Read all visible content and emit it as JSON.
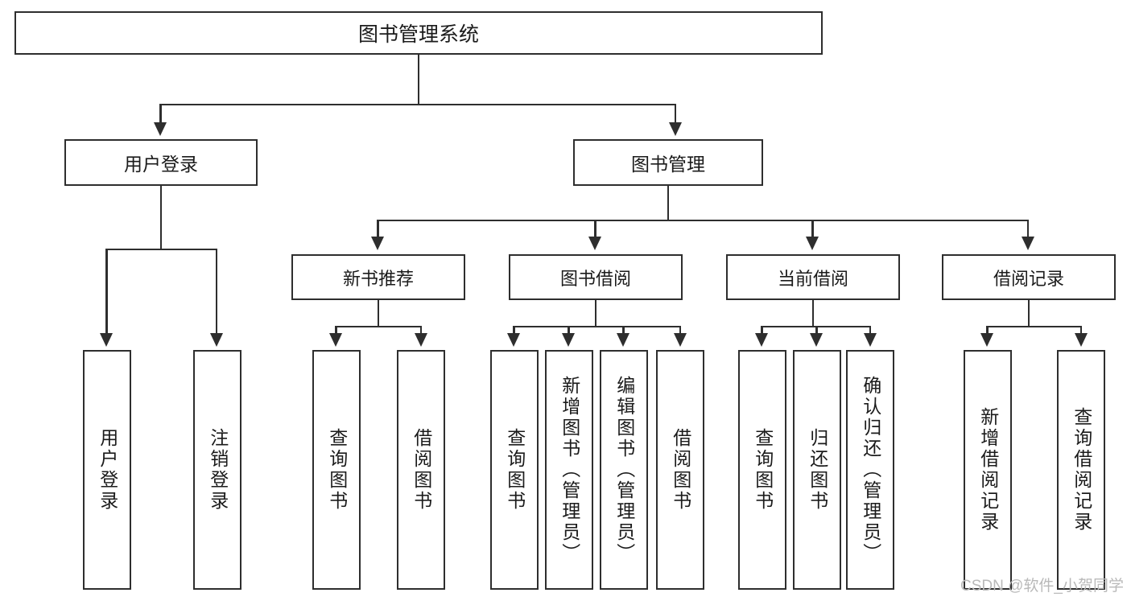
{
  "diagram": {
    "type": "tree-hierarchy-chart",
    "title": "图书管理系统",
    "orientation": "top-down",
    "box_border_color": "#2e2e2e",
    "box_fill_color": "#ffffff",
    "background_color": "#ffffff",
    "connector_color": "#2e2e2e"
  },
  "root": {
    "label": "图书管理系统"
  },
  "level1": [
    {
      "label": "用户登录"
    },
    {
      "label": "图书管理"
    }
  ],
  "level2": [
    {
      "label": "新书推荐"
    },
    {
      "label": "图书借阅"
    },
    {
      "label": "当前借阅"
    },
    {
      "label": "借阅记录"
    }
  ],
  "leaves": {
    "user_login": [
      {
        "label": "用户登录"
      },
      {
        "label": "注销登录"
      }
    ],
    "new_book_recommend": [
      {
        "label": "查询图书"
      },
      {
        "label": "借阅图书"
      }
    ],
    "book_borrow": [
      {
        "label": "查询图书"
      },
      {
        "label": "新增图书（管理员）"
      },
      {
        "label": "编辑图书（管理员）"
      },
      {
        "label": "借阅图书"
      }
    ],
    "current_borrow": [
      {
        "label": "查询图书"
      },
      {
        "label": "归还图书"
      },
      {
        "label": "确认归还（管理员）"
      }
    ],
    "borrow_record": [
      {
        "label": "新增借阅记录"
      },
      {
        "label": "查询借阅记录"
      }
    ]
  },
  "watermark": {
    "text": "CSDN @软件_小贺同学",
    "color": "#b9b9b9"
  }
}
